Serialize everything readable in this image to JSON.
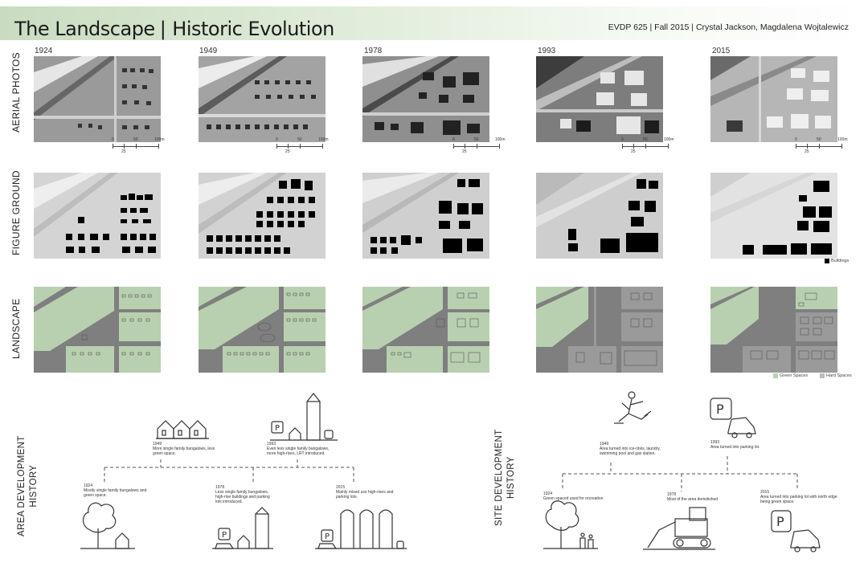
{
  "header": {
    "title": "The Landscape",
    "subtitle": "Historic Evolution",
    "course": "EVDP 625  |  Fall 2015  |  Crystal Jackson, Magdalena Wojtalewicz"
  },
  "years": [
    "1924",
    "1949",
    "1978",
    "1993",
    "2015"
  ],
  "rows": {
    "aerial": "AERIAL PHOTOS",
    "figure": "FIGURE GROUND",
    "landscape": "LANDSCAPE"
  },
  "scale": {
    "top": [
      "0",
      "50",
      "100m"
    ],
    "bottom": "25"
  },
  "legends": {
    "buildings": "Buildings",
    "green": "Green Spaces",
    "hard": "Hard Spaces"
  },
  "area_history": {
    "label_line1": "AREA DEVELOPMENT",
    "label_line2": "HISTORY",
    "notes": {
      "y1924": {
        "year": "1924",
        "text": "Mostly single family bungalows and green space."
      },
      "y1949": {
        "year": "1949",
        "text": "More single family bungalows, less green space."
      },
      "y1978": {
        "year": "1978",
        "text": "Less single family bungalows, high-rise buildings and parking lots introduced."
      },
      "y1993": {
        "year": "1993",
        "text": "Even less single family bungalows, more high-rises, LRT introduced."
      },
      "y2015": {
        "year": "2015",
        "text": "Mainly mixed use high-rises and parking lots."
      }
    }
  },
  "site_history": {
    "label_line1": "SITE DEVELOPMENT",
    "label_line2": "HISTORY",
    "notes": {
      "y1924": {
        "year": "1924",
        "text": "Green spaced used for recreation"
      },
      "y1949": {
        "year": "1949",
        "text": "Area turned into ice-rinks, laundry, swimming pool and gas station."
      },
      "y1978": {
        "year": "1978",
        "text": "Most of the area demolished"
      },
      "y1993": {
        "year": "1993",
        "text": "Area turned into parking lot."
      },
      "y2015": {
        "year": "2015",
        "text": "Area turned into parking lot with north edge being green space."
      }
    }
  },
  "icons": {
    "parking": "P"
  },
  "colors": {
    "green_space": "#b9d0b0",
    "hard_space": "#8b8b8b",
    "building": "#111111",
    "header_green": "#c9dcc0"
  }
}
